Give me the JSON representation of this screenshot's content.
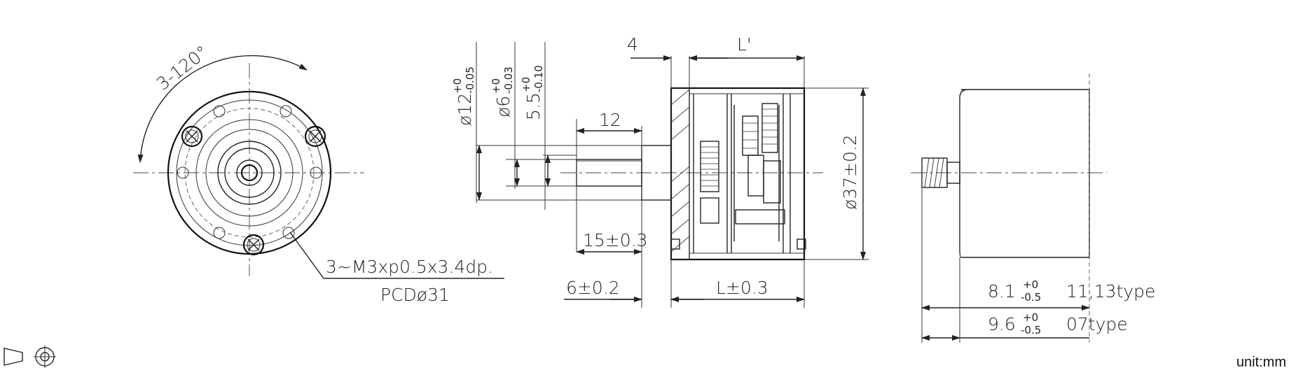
{
  "front_view": {
    "angle_label": "3-120°",
    "hole_note": "3~M3xp0.5x3.4dp.",
    "pcd_note": "PCDø31"
  },
  "section_view": {
    "dim_d12": "ø12",
    "dim_d12_tol_top": "+0",
    "dim_d12_tol_bottom": "-0.05",
    "dim_d6": "ø6",
    "dim_d6_tol_top": "+0",
    "dim_d6_tol_bottom": "-0.03",
    "dim_flat": "5.5",
    "dim_flat_tol_top": "+0",
    "dim_flat_tol_bottom": "-0.10",
    "dim_4": "4",
    "dim_lprime": "L'",
    "dim_12": "12",
    "dim_15": "15±0.3",
    "dim_6": "6±0.2",
    "dim_L": "L±0.3",
    "dim_d37": "ø37±0.2"
  },
  "side_view": {
    "dim1_value": "8.1",
    "dim1_tol_top": "+0",
    "dim1_tol_bottom": "-0.5",
    "dim1_type": "11,13type",
    "dim2_value": "9.6",
    "dim2_tol_top": "+0",
    "dim2_tol_bottom": "-0.5",
    "dim2_type": "07type"
  },
  "unit_label": "unit:mm",
  "icons": [
    "third-angle-projection-icon"
  ]
}
